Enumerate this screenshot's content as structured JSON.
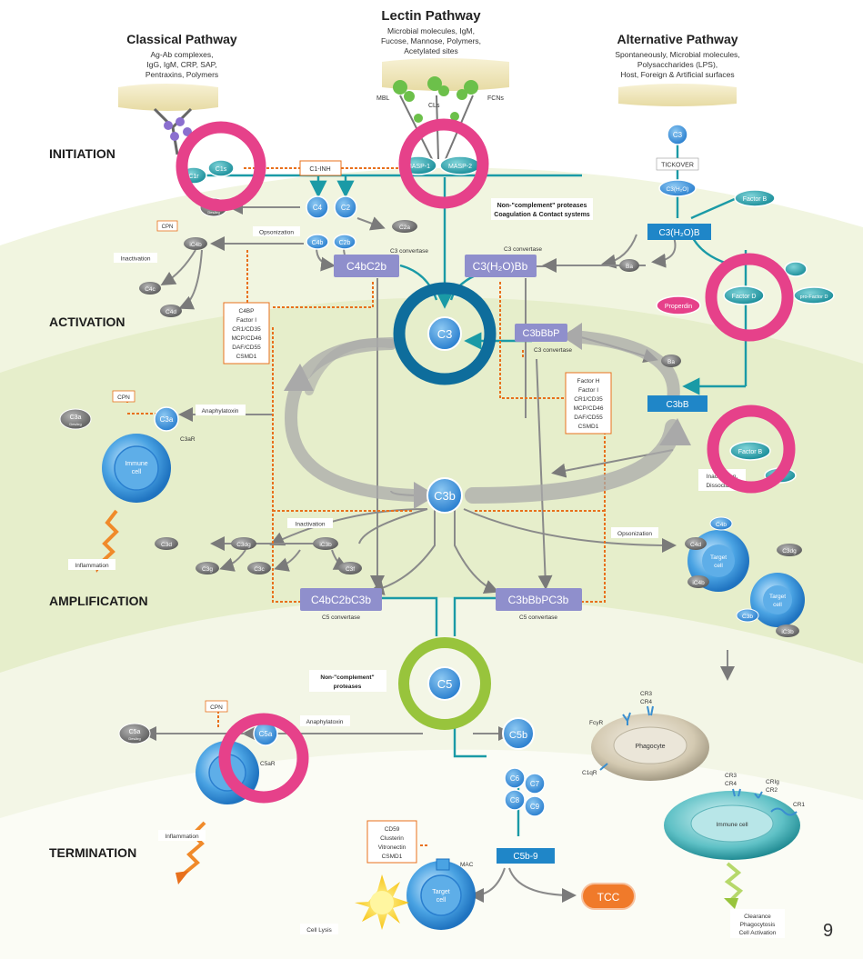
{
  "pathways": {
    "lectin": {
      "title": "Lectin Pathway",
      "desc": [
        "Microbial molecules, IgM,",
        "Fucose, Mannose, Polymers,",
        "Acetylated sites"
      ],
      "molecules": [
        "MBL",
        "CLs",
        "FCNs"
      ]
    },
    "classical": {
      "title": "Classical Pathway",
      "desc": [
        "Ag-Ab complexes,",
        "IgG, IgM, CRP, SAP,",
        "Pentraxins, Polymers"
      ]
    },
    "alternative": {
      "title": "Alternative Pathway",
      "desc": [
        "Spontaneously, Microbial molecules,",
        "Polysaccharides (LPS),",
        "Host, Foreign & Artificial surfaces"
      ]
    }
  },
  "stages": [
    "INITIATION",
    "ACTIVATION",
    "AMPLIFICATION",
    "TERMINATION"
  ],
  "nodes": {
    "c1r": "C1r",
    "c1s": "C1s",
    "masp1": "MASP-1",
    "masp2": "MASP-2",
    "c3_alt": "C3",
    "tickover": "TICKOVER",
    "c3h2o": "C3(H₂O)",
    "factor_b_top": "Factor B",
    "c3h2ob": "C3(H₂O)B",
    "c4": "C4",
    "c2": "C2",
    "c2a": "C2a",
    "c4a": "C4a",
    "c4b": "C4b",
    "c2b": "C2b",
    "ic4b": "iC4b",
    "c4c": "C4c",
    "c4d": "C4d",
    "ba_top": "Ba",
    "ba_mid": "Ba",
    "factor_d": "Factor D",
    "pro_factor_d": "pro-Factor D",
    "properdin": "Properdin",
    "c3_center": "C3",
    "c3bbbp": "C3bBbP",
    "c3bb": "C3bB",
    "c3a": "C3a",
    "c3b_center": "C3b",
    "factor_b_mid": "Factor B",
    "c3d": "C3d",
    "c3dg": "C3dg",
    "ic3b": "iC3b",
    "c3g": "C3g",
    "c3c": "C3c",
    "c3f": "C3f",
    "c4bc2bc3b": "C4bC2bC3b",
    "c3bbbpc3b": "C3bBbPC3b",
    "c5": "C5",
    "c5a": "C5a",
    "c5b": "C5b",
    "c6": "C6",
    "c7": "C7",
    "c8": "C8",
    "c9": "C9",
    "c5b9": "C5b-9",
    "tcc": "TCC",
    "c4bc2b": "C4bC2b",
    "c3h2obb": "C3(H₂O)Bb"
  },
  "labels": {
    "c1_inh": "C1-INH",
    "non_complement_top": [
      "Non-\"complement\" proteases",
      "Coagulation & Contact systems"
    ],
    "c3_convertase": "C3 convertase",
    "c5_convertase": "C5 convertase",
    "cpn": "CPN",
    "opsonization": "Opsonization",
    "inactivation": "Inactivation",
    "anaphylatoxin": "Anaphylatoxin",
    "c4bp_box": [
      "C4BP",
      "Factor I",
      "CR1/CD35",
      "MCP/CD46",
      "DAF/CD55",
      "CSMD1"
    ],
    "factorh_box": [
      "Factor H",
      "Factor I",
      "CR1/CD35",
      "MCP/CD46",
      "DAF/CD55",
      "CSMD1"
    ],
    "c3ar": "C3aR",
    "c5ar": "C5aR",
    "immune_cell": [
      "Immune",
      "cell"
    ],
    "inflammation": "Inflammation",
    "inactivation_right": [
      "Inactivation,",
      "Dissociation"
    ],
    "non_complement_c5": [
      "Non-\"complement\"",
      "proteases"
    ],
    "cd59_box": [
      "CD59",
      "Clusterin",
      "Vitronectin",
      "CSMD1"
    ],
    "mac": "MAC",
    "target_cell": [
      "Target",
      "cell"
    ],
    "cell_lysis": "Cell Lysis",
    "phagocyte": "Phagocyte",
    "immune_cell_right": "Immune cell",
    "receptors": {
      "fcyr": "FcγR",
      "c1qr": "C1qR",
      "cr3_cr4_top": [
        "CR3",
        "CR4"
      ],
      "cr3_cr4_bot": [
        "CR3",
        "CR4"
      ],
      "crig_cr2": [
        "CRIg",
        "CR2"
      ],
      "cr1": "CR1"
    },
    "clearance": [
      "Clearance",
      "Phagocytosis",
      "Cell Activation"
    ],
    "target_cluster": {
      "c4b": "C4b",
      "c4d": "C4d",
      "ic4b": "iC4b",
      "c3b": "C3b",
      "c3dg": "C3dg",
      "ic3b": "iC3b"
    },
    "desarg": "DesArg"
  },
  "page_number": "9",
  "colors": {
    "teal": "#1a9aa6",
    "blue": "#3b8fd6",
    "dark_blue": "#0e6d9c",
    "purple": "#8f8fcc",
    "grey_node": "#7d7d7d",
    "orange": "#e8701c",
    "pink": "#e6418a",
    "lime": "#98c43c",
    "bg_green": "#eef3d9",
    "bg_green_dark": "#dfeac0"
  }
}
